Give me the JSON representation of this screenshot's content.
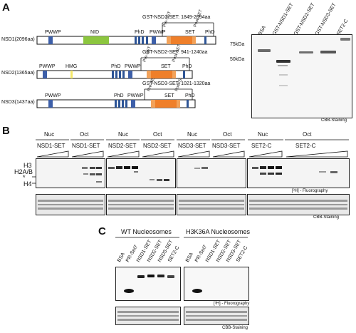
{
  "panels": {
    "a": "A",
    "b": "B",
    "c": "C"
  },
  "panelA": {
    "constructs": [
      {
        "label": "NSD1(2096aa)",
        "set_label": "GST-NSD1-SET: 1849-2094aa"
      },
      {
        "label": "NSD2(1365aa)",
        "set_label": "GST-NSD2-SET: 941-1240aa"
      },
      {
        "label": "NSD3(1437aa)",
        "set_label": "GST-NSD3-SET: 1021-1320aa"
      }
    ],
    "domains": {
      "pwwp": "PWWP",
      "nid": "NID",
      "phd": "PhD",
      "hmg": "HMG",
      "preset": "Pre-SET",
      "set": "SET",
      "postset": "Post-SET"
    },
    "gel_lanes": [
      "BSA",
      "GST-NSD1-SET",
      "GST-NSD2-SET",
      "GST-NSD3-SET",
      "SET2-C"
    ],
    "markers": [
      "75kDa",
      "50kDa"
    ],
    "stain_label": "CBB-Staining"
  },
  "panelB": {
    "groups": [
      {
        "nuc": "Nuc",
        "oct": "Oct",
        "nuc_lane": "NSD1-SET",
        "oct_lane": "NSD1-SET"
      },
      {
        "nuc": "Nuc",
        "oct": "Oct",
        "nuc_lane": "NSD2-SET",
        "oct_lane": "NSD2-SET"
      },
      {
        "nuc": "Nuc",
        "oct": "Oct",
        "nuc_lane": "NSD3-SET",
        "oct_lane": "NSD3-SET"
      },
      {
        "nuc": "Nuc",
        "oct": "Oct",
        "nuc_lane": "SET2-C",
        "oct_lane": "SET2-C"
      }
    ],
    "row_labels": [
      "H3",
      "H2A/B",
      "*",
      "H4"
    ],
    "fluoro_label": "[³H] - Fluorography",
    "cbb_label": "CBB-Staining"
  },
  "panelC": {
    "wt_title": "WT Nucleosomes",
    "k36_title": "H3K36A Nucleosomes",
    "lanes": [
      "BSA",
      "PR-Set7",
      "NSD1-SET",
      "NSD2-SET",
      "NSD3-SET",
      "SET2-C"
    ],
    "fluoro_label": "[³H] - Fluorography",
    "cbb_label": "CBB-Staining"
  },
  "colors": {
    "pwwp": "#3d5fa8",
    "nid": "#8cc63f",
    "phd": "#2e5596",
    "preset": "#f2a25a",
    "set": "#ef7f2a",
    "postset": "#f2a25a",
    "hmg": "#f5e86a"
  }
}
